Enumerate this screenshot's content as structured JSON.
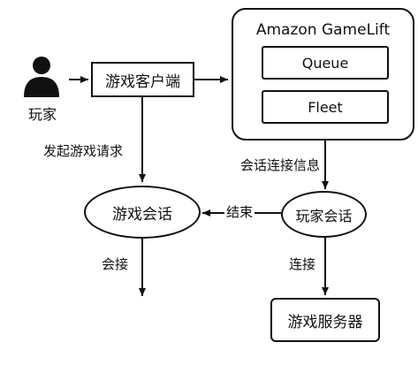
{
  "player": {
    "label": "玩家",
    "icon": "person-icon"
  },
  "game_client": {
    "label": "游戏客户端"
  },
  "gamelift": {
    "title": "Amazon GameLift",
    "queue": "Queue",
    "fleet": "Fleet"
  },
  "game_session": {
    "label": "游戏会话"
  },
  "player_session": {
    "label": "玩家会话"
  },
  "game_server": {
    "label": "游戏服务器"
  },
  "edge_labels": {
    "start_request": "发起游戏请求",
    "session_info": "会话连接信息",
    "end": "结束",
    "session_connect": "会接",
    "connect": "连接"
  },
  "colors": {
    "stroke": "#111111",
    "background": "#ffffff"
  }
}
